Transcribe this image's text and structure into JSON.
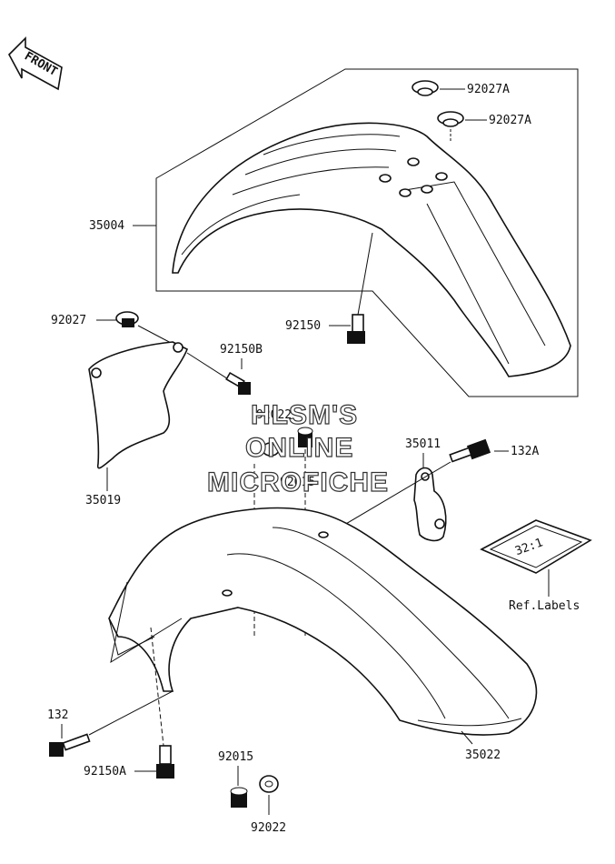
{
  "front_indicator": {
    "label": "FRONT"
  },
  "parts": {
    "p92027A_1": "92027A",
    "p92027A_2": "92027A",
    "p35004": "35004",
    "p92027": "92027",
    "p92150": "92150",
    "p92150B": "92150B",
    "p92022_top": "92022",
    "p92015_mid": "92015",
    "p35011": "35011",
    "p132A": "132A",
    "p35019": "35019",
    "p132": "132",
    "p92150A": "92150A",
    "p92015_bot": "92015",
    "p92022_bot": "92022",
    "p35022": "35022",
    "ref_labels": "Ref.Labels"
  },
  "ref_label_plate": "32:1",
  "watermark": {
    "line1": "HLSM'S",
    "line2": "ONLINE",
    "line3": "MICROFICHE"
  }
}
